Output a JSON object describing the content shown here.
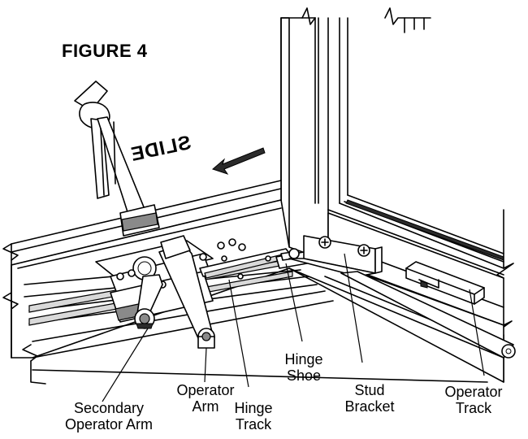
{
  "figure": {
    "title": "FIGURE 4",
    "slide_text": "SLIDE"
  },
  "labels": {
    "secondary_operator_arm_1": "Secondary",
    "secondary_operator_arm_2": "Operator Arm",
    "operator_arm_1": "Operator",
    "operator_arm_2": "Arm",
    "hinge_track_1": "Hinge",
    "hinge_track_2": "Track",
    "hinge_shoe_1": "Hinge",
    "hinge_shoe_2": "Shoe",
    "stud_bracket_1": "Stud",
    "stud_bracket_2": "Bracket",
    "operator_track_1": "Operator",
    "operator_track_2": "Track"
  }
}
